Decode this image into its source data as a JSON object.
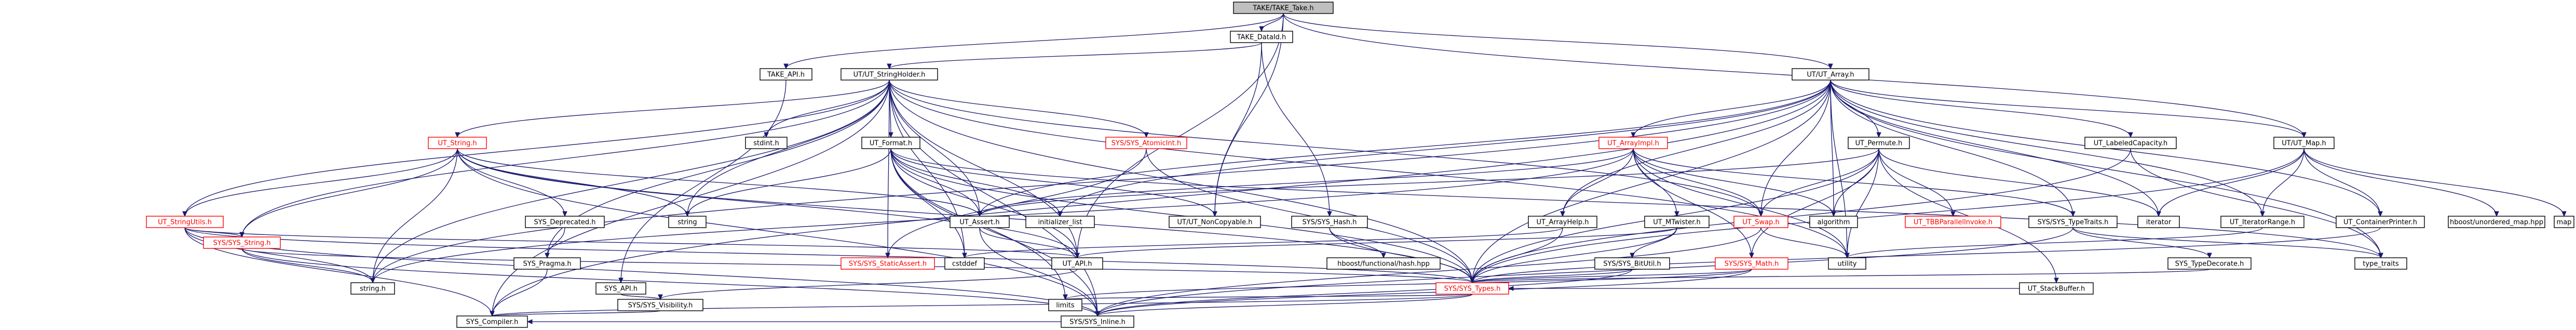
{
  "title": "TAKE/TAKE_Take.h",
  "colors": {
    "root_fill": "#bfbfbf",
    "node_fill": "#ffffff",
    "node_border": "#000000",
    "missing_border": "#ff0000",
    "missing_text": "#ff0000",
    "edge": "#191970",
    "text": "#000000"
  },
  "nodes": {
    "take_take": "TAKE/TAKE_Take.h",
    "take_dataid": "TAKE_DataId.h",
    "take_api": "TAKE_API.h",
    "ut_stringholder": "UT/UT_StringHolder.h",
    "ut_array": "UT/UT_Array.h",
    "ut_string": "UT_String.h",
    "stdint": "stdint.h",
    "ut_format": "UT_Format.h",
    "sys_atomicint": "SYS/SYS_AtomicInt.h",
    "ut_arrayimpl": "UT_ArrayImpl.h",
    "ut_permute": "UT_Permute.h",
    "ut_labeledcapacity": "UT_LabeledCapacity.h",
    "ut_map": "UT/UT_Map.h",
    "ut_stringutils": "UT_StringUtils.h",
    "sys_deprecated": "SYS_Deprecated.h",
    "string": "string",
    "ut_assert": "UT_Assert.h",
    "initializer_list": "initializer_list",
    "ut_noncopyable": "UT/UT_NonCopyable.h",
    "sys_hash": "SYS/SYS_Hash.h",
    "ut_arrayhelp": "UT_ArrayHelp.h",
    "ut_mtwister": "UT_MTwister.h",
    "ut_swap": "UT_Swap.h",
    "algorithm": "algorithm",
    "ut_tbbparallelinvoke": "UT_TBBParallelInvoke.h",
    "sys_typetraits": "SYS/SYS_TypeTraits.h",
    "iterator": "iterator",
    "ut_iteratorrange": "UT_IteratorRange.h",
    "ut_containerprinter": "UT_ContainerPrinter.h",
    "unordered_map": "hboost/unordered_map.hpp",
    "map": "map",
    "sys_string": "SYS/SYS_String.h",
    "sys_pragma": "SYS_Pragma.h",
    "sys_staticassert": "SYS/SYS_StaticAssert.h",
    "cstddef": "cstddef",
    "ut_api": "UT_API.h",
    "functional_hash": "hboost/functional/hash.hpp",
    "sys_bitutil": "SYS/SYS_BitUtil.h",
    "sys_math": "SYS/SYS_Math.h",
    "utility": "utility",
    "sys_typedecorate": "SYS_TypeDecorate.h",
    "type_traits": "type_traits",
    "ut_stackbuffer": "UT_StackBuffer.h",
    "string_h": "string.h",
    "sys_api": "SYS_API.h",
    "sys_types": "SYS/SYS_Types.h",
    "sys_visibility": "SYS/SYS_Visibility.h",
    "limits": "limits",
    "sys_inline": "SYS/SYS_Inline.h",
    "sys_compiler": "SYS_Compiler.h"
  }
}
